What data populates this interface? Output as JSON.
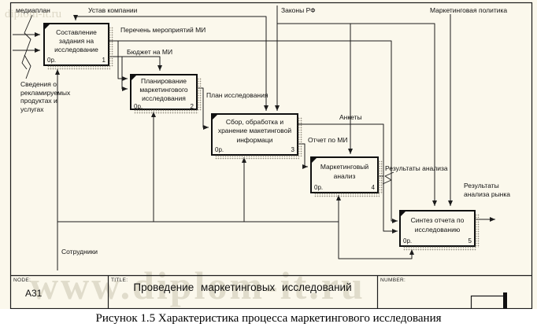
{
  "diagram": {
    "boxes": [
      {
        "title": "Составление задания на исследование",
        "cost": "0р.",
        "num": "1"
      },
      {
        "title": "Планирование маркетингового исследования",
        "cost": "0р.",
        "num": "2"
      },
      {
        "title": "Сбор, обработка и хранение макетинговой информаци",
        "cost": "0р.",
        "num": "3"
      },
      {
        "title": "Маркетинговый анализ",
        "cost": "0р.",
        "num": "4"
      },
      {
        "title": "Синтез отчета по исследованию",
        "cost": "0р.",
        "num": "5"
      }
    ],
    "arrow_labels": {
      "mediaplan": "медиаплан",
      "ustav": "Устав компании",
      "perechen": "Перечень мероприятий МИ",
      "budget": "Бюджет на МИ",
      "svedeniya": "Сведения о рекламируемых продуктах и услугах",
      "zakony": "Законы РФ",
      "marketing_policy": "Маркетинговая политика",
      "plan": "План исследования",
      "ankety": "Анкеты",
      "otchet": "Отчет по МИ",
      "rezultaty_analiza": "Результаты анализа",
      "rezultaty_rynka": "Результаты анализа рынка",
      "sotrudniki": "Сотрудники"
    }
  },
  "footer": {
    "node_label": "NODE:",
    "node_value": "A31",
    "title_label": "TITLE:",
    "title_value": "Проведение маркетинговых исследований",
    "number_label": "NUMBER:",
    "number_value": ""
  },
  "caption": "Рисунок 1.5 Характеристика процесса маркетингового исследования",
  "watermark": {
    "main": "www.diplom-it.ru",
    "top": "diplom-it.ru"
  },
  "colors": {
    "background": "#fbf8ec",
    "line": "#1c1c1c",
    "shadow": "#8f8b7d"
  }
}
